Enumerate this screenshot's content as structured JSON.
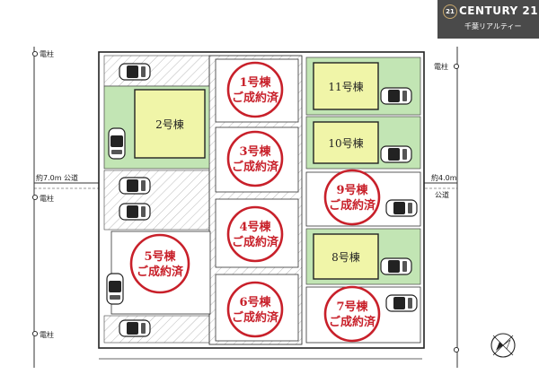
{
  "logo": {
    "badge": "21",
    "brand": "CENTURY 21",
    "sub": "千葉リアルティー"
  },
  "roads": {
    "left": "約7.0m 公道",
    "right_top": "約4.0m",
    "right_bottom": "公道"
  },
  "poles": {
    "label": "電柱"
  },
  "lots": {
    "lot1": {
      "name": "1号棟",
      "status": "ご成約済"
    },
    "lot2": {
      "name": "2号棟"
    },
    "lot3": {
      "name": "3号棟",
      "status": "ご成約済"
    },
    "lot4": {
      "name": "4号棟",
      "status": "ご成約済"
    },
    "lot5": {
      "name": "5号棟",
      "status": "ご成約済"
    },
    "lot6": {
      "name": "6号棟",
      "status": "ご成約済"
    },
    "lot7": {
      "name": "7号棟",
      "status": "ご成約済"
    },
    "lot8": {
      "name": "8号棟"
    },
    "lot9": {
      "name": "9号棟",
      "status": "ご成約済"
    },
    "lot10": {
      "name": "10号棟"
    },
    "lot11": {
      "name": "11号棟"
    }
  },
  "colors": {
    "stamp": "#c8202a",
    "available_lot": "#f0f5a8",
    "garden": "#c2e5b4",
    "logo_bg": "#4a4a4a"
  }
}
